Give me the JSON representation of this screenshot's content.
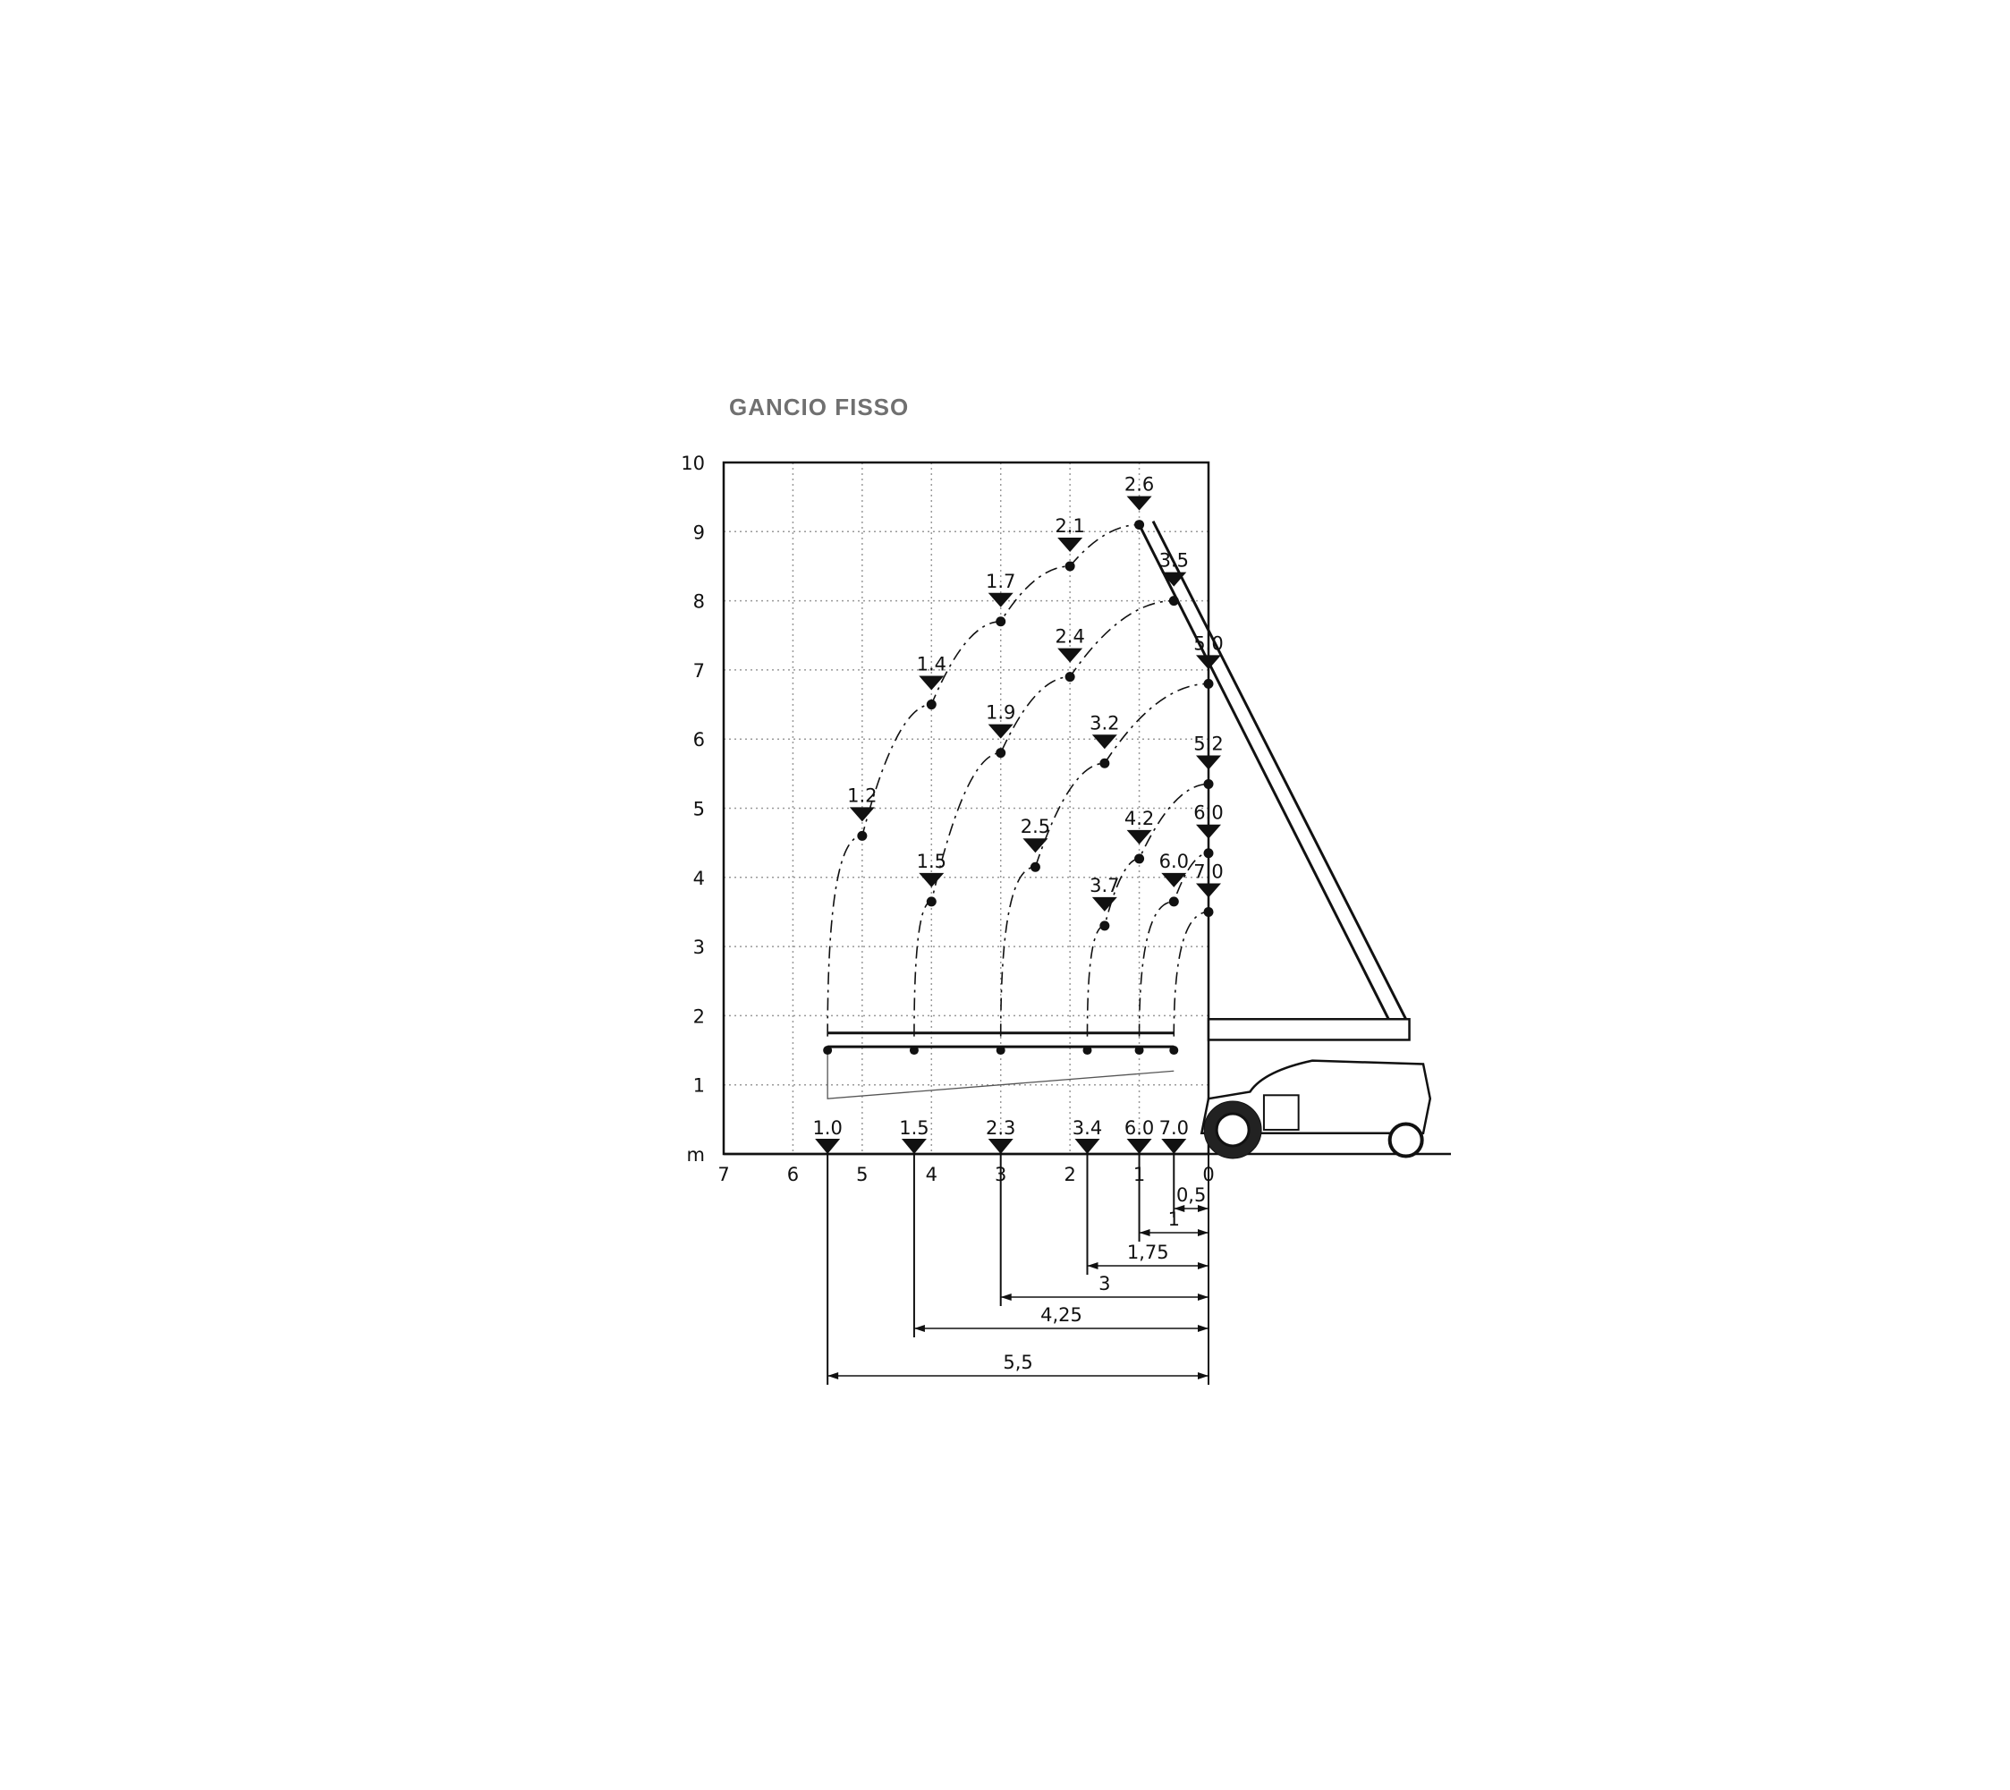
{
  "title": "GANCIO FISSO",
  "chart_data": {
    "type": "scatter",
    "title": "GANCIO FISSO",
    "xlabel": "",
    "ylabel": "m",
    "xlim": [
      7,
      0
    ],
    "ylim": [
      0,
      10
    ],
    "x_ticks": [
      "7",
      "6",
      "5",
      "4",
      "3",
      "2",
      "1",
      "0"
    ],
    "y_ticks": [
      "10",
      "9",
      "8",
      "7",
      "6",
      "5",
      "4",
      "3",
      "2",
      "1",
      "m"
    ],
    "grid": true,
    "series": [
      {
        "name": "5,5",
        "reach": 5.5,
        "ground_load": "1.0",
        "points": [
          {
            "x": 5.0,
            "y": 4.6,
            "load": "1.2"
          },
          {
            "x": 4.0,
            "y": 6.5,
            "load": "1.4"
          },
          {
            "x": 3.0,
            "y": 7.7,
            "load": "1.7"
          },
          {
            "x": 2.0,
            "y": 8.5,
            "load": "2.1"
          },
          {
            "x": 1.0,
            "y": 9.1,
            "load": "2.6"
          }
        ]
      },
      {
        "name": "4,25",
        "reach": 4.25,
        "ground_load": "1.5",
        "points": [
          {
            "x": 4.0,
            "y": 3.65,
            "load": "1.5"
          },
          {
            "x": 3.0,
            "y": 5.8,
            "load": "1.9"
          },
          {
            "x": 2.0,
            "y": 6.9,
            "load": "2.4"
          },
          {
            "x": 0.5,
            "y": 8.0,
            "load": "3.5"
          }
        ]
      },
      {
        "name": "3",
        "reach": 3.0,
        "ground_load": "2.3",
        "points": [
          {
            "x": 2.5,
            "y": 4.15,
            "load": "2.5"
          },
          {
            "x": 1.5,
            "y": 5.65,
            "load": "3.2"
          },
          {
            "x": 0.0,
            "y": 6.8,
            "load": "5.0"
          }
        ]
      },
      {
        "name": "1,75",
        "reach": 1.75,
        "ground_load": "3.4",
        "points": [
          {
            "x": 1.5,
            "y": 3.3,
            "load": "3.7"
          },
          {
            "x": 1.0,
            "y": 4.27,
            "load": "4.2"
          },
          {
            "x": 0.0,
            "y": 5.35,
            "load": "5.2"
          }
        ]
      },
      {
        "name": "1",
        "reach": 1.0,
        "ground_load": "6.0",
        "points": [
          {
            "x": 0.5,
            "y": 3.65,
            "load": "6.0"
          },
          {
            "x": 0.0,
            "y": 4.35,
            "load": "6.0"
          }
        ]
      },
      {
        "name": "0,5",
        "reach": 0.5,
        "ground_load": "7.0",
        "points": [
          {
            "x": 0.0,
            "y": 3.5,
            "load": "7.0"
          }
        ]
      }
    ]
  },
  "colors": {
    "line": "#111111",
    "grid": "#9a9a9a",
    "title": "#707070"
  }
}
